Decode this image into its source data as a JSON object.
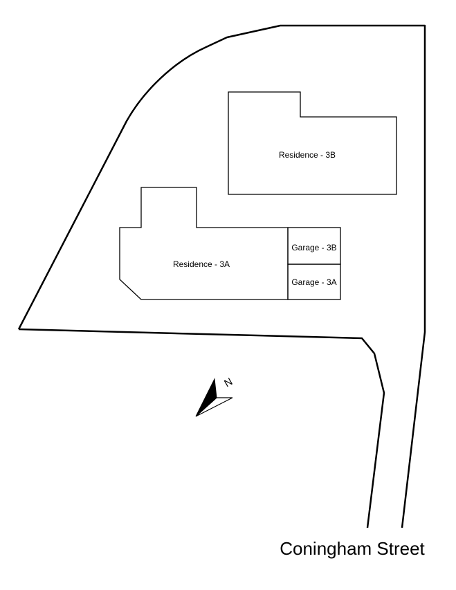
{
  "buildings": {
    "residence_3b": "Residence - 3B",
    "residence_3a": "Residence - 3A",
    "garage_3b": "Garage - 3B",
    "garage_3a": "Garage - 3A"
  },
  "street": {
    "name": "Coningham Street"
  },
  "north_arrow": {
    "label": "N"
  },
  "colors": {
    "line": "#000000",
    "background": "#ffffff"
  }
}
